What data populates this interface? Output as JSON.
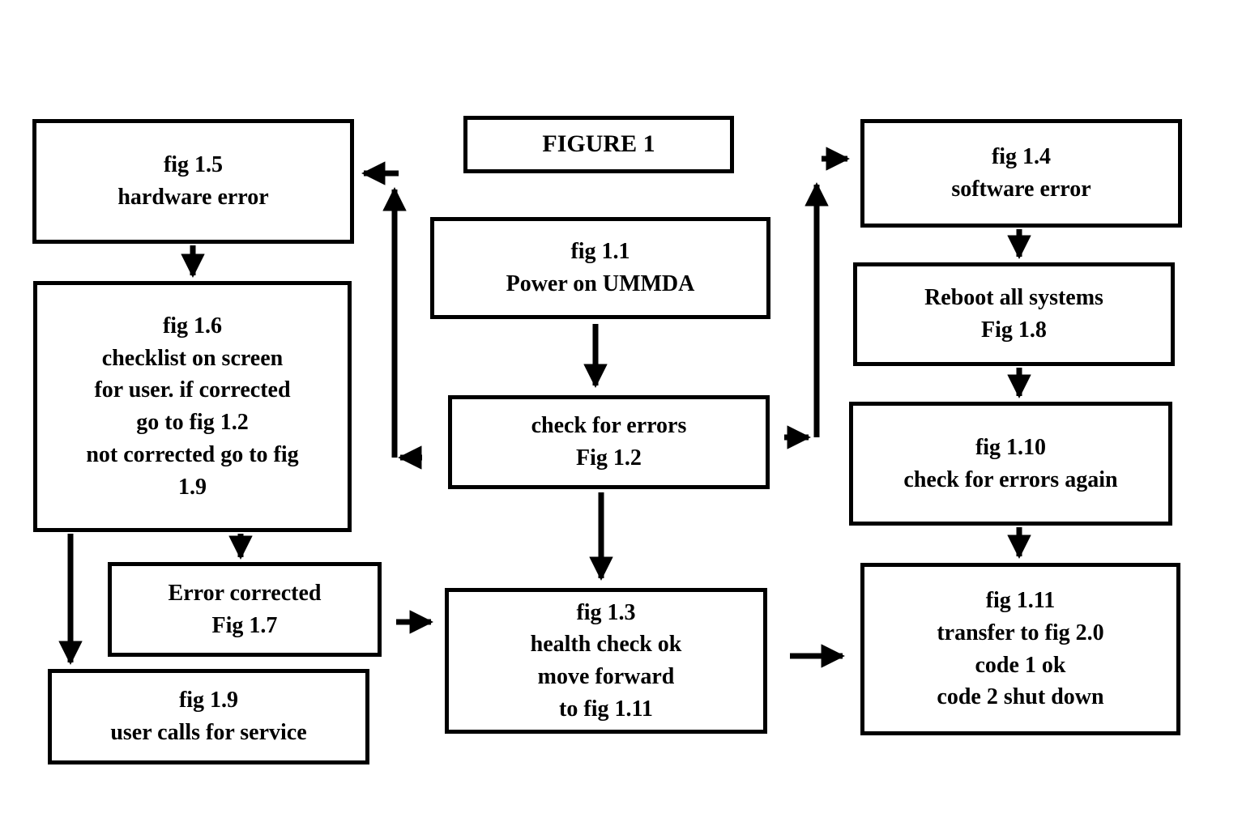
{
  "title": {
    "text": "FIGURE 1"
  },
  "nodes": {
    "fig_1_5": {
      "text": "fig 1.5\nhardware error"
    },
    "fig_1_1": {
      "text": "fig 1.1\nPower on UMMDA"
    },
    "fig_1_4": {
      "text": "fig 1.4\nsoftware error"
    },
    "fig_1_6": {
      "text": "fig 1.6\nchecklist on screen\nfor user. if corrected\ngo to fig 1.2\nnot corrected go to fig\n1.9"
    },
    "fig_1_8": {
      "text": "Reboot all systems\nFig 1.8"
    },
    "fig_1_2": {
      "text": "check for errors\nFig 1.2"
    },
    "fig_1_10": {
      "text": "fig 1.10\ncheck for errors again"
    },
    "fig_1_7": {
      "text": "Error corrected\nFig 1.7"
    },
    "fig_1_3": {
      "text": "fig 1.3\nhealth check ok\nmove forward\nto fig 1.11"
    },
    "fig_1_11": {
      "text": "fig 1.11\ntransfer to fig 2.0\ncode 1 ok\ncode 2 shut down"
    },
    "fig_1_9": {
      "text": "fig 1.9\nuser calls for service"
    }
  },
  "edges": [
    {
      "from": "fig 1.1",
      "to": "fig 1.2"
    },
    {
      "from": "fig 1.2",
      "to": "fig 1.3"
    },
    {
      "from": "fig 1.2",
      "to": "fig 1.4"
    },
    {
      "from": "fig 1.2",
      "to": "fig 1.5"
    },
    {
      "from": "fig 1.5",
      "to": "fig 1.6"
    },
    {
      "from": "fig 1.6",
      "to": "fig 1.7"
    },
    {
      "from": "fig 1.6",
      "to": "fig 1.9"
    },
    {
      "from": "fig 1.7",
      "to": "fig 1.3"
    },
    {
      "from": "fig 1.3",
      "to": "fig 1.11"
    },
    {
      "from": "fig 1.4",
      "to": "fig 1.8"
    },
    {
      "from": "fig 1.8",
      "to": "fig 1.10"
    },
    {
      "from": "fig 1.10",
      "to": "fig 1.11"
    }
  ],
  "colors": {
    "line": "#000000",
    "background": "#ffffff"
  }
}
